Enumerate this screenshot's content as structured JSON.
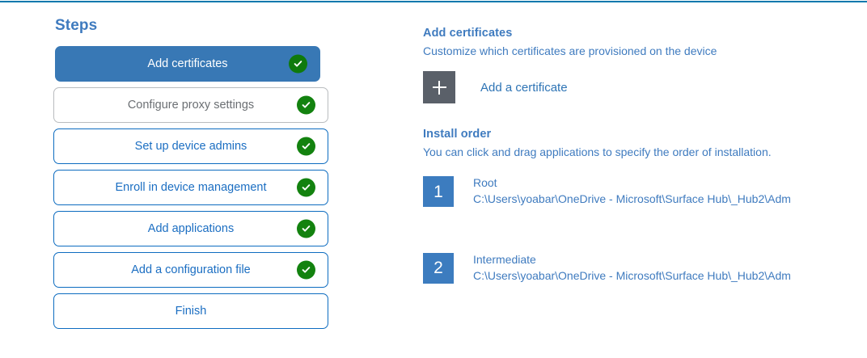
{
  "theme": {
    "accent_rule": "#0078ad",
    "active_step_bg": "#3878b5",
    "step_border": "#0d6cc0",
    "link_blue": "#1b6ec2",
    "heading_blue": "#3f7bbf",
    "check_green": "#13820f",
    "plus_tile_grey": "#5a6069",
    "badge_blue": "#3c7cbf"
  },
  "steps_pane": {
    "title": "Steps",
    "items": [
      {
        "label": "Add certificates",
        "state": "active",
        "completed": true,
        "icon": "check-circle-icon"
      },
      {
        "label": "Configure proxy settings",
        "state": "muted",
        "completed": true,
        "icon": "check-circle-icon"
      },
      {
        "label": "Set up device admins",
        "state": "default",
        "completed": true,
        "icon": "check-circle-icon"
      },
      {
        "label": "Enroll in device management",
        "state": "default",
        "completed": true,
        "icon": "check-circle-icon"
      },
      {
        "label": "Add applications",
        "state": "default",
        "completed": true,
        "icon": "check-circle-icon"
      },
      {
        "label": "Add a configuration file",
        "state": "default",
        "completed": true,
        "icon": "check-circle-icon"
      },
      {
        "label": "Finish",
        "state": "default",
        "completed": false,
        "icon": null
      }
    ]
  },
  "detail_pane": {
    "add_certificates": {
      "heading": "Add certificates",
      "subtitle": "Customize which certificates are provisioned on the device",
      "add_button_label": "Add a certificate",
      "add_button_icon": "plus-icon"
    },
    "install_order": {
      "heading": "Install order",
      "subtitle": "You can click and drag applications to specify the order of installation.",
      "items": [
        {
          "number": "1",
          "name": "Root",
          "path": "C:\\Users\\yoabar\\OneDrive - Microsoft\\Surface Hub\\_Hub2\\Adm"
        },
        {
          "number": "2",
          "name": "Intermediate",
          "path": "C:\\Users\\yoabar\\OneDrive - Microsoft\\Surface Hub\\_Hub2\\Adm"
        }
      ]
    }
  }
}
